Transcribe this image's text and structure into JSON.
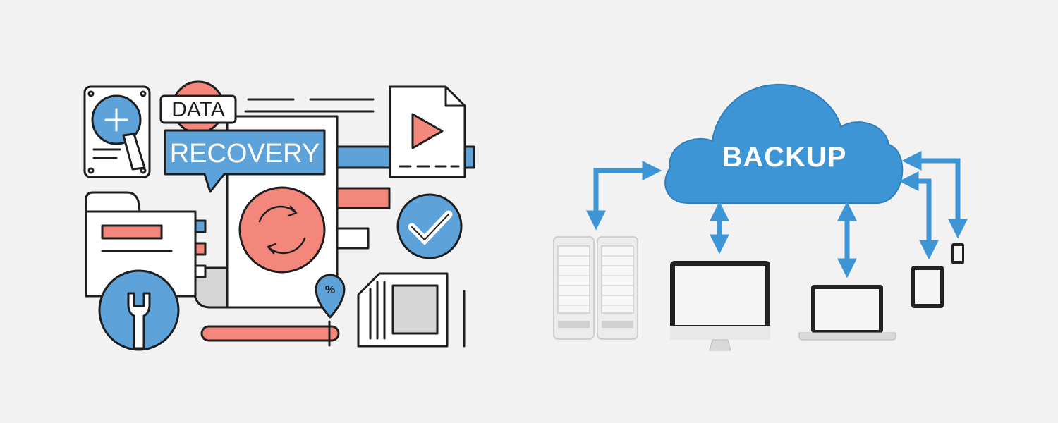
{
  "recovery_illustration": {
    "data_label": "DATA",
    "recovery_label": "RECOVERY",
    "percent_symbol": "%",
    "colors": {
      "blue": "#5da3d9",
      "coral": "#f4877b",
      "outline": "#1e1e1e",
      "paper": "#ffffff",
      "grey": "#d6d6d6"
    }
  },
  "backup_diagram": {
    "cloud_label": "BACKUP",
    "colors": {
      "cloud": "#3d95d5",
      "arrow": "#3d95d5"
    },
    "devices": [
      "servers",
      "desktop-monitor",
      "laptop",
      "tablet",
      "phone"
    ]
  }
}
